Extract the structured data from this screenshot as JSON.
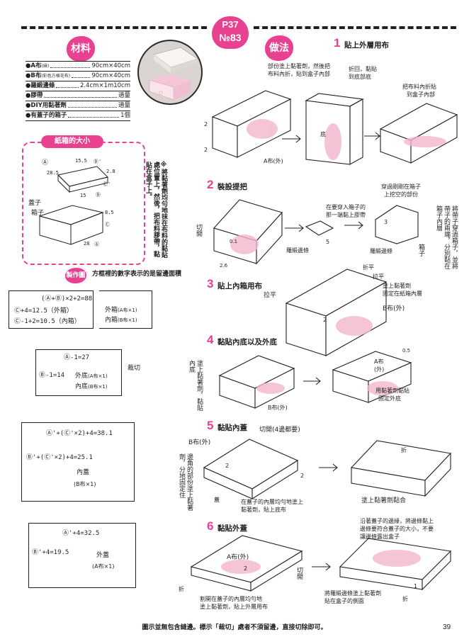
{
  "header": {
    "page_ref": "P37",
    "number": "№83"
  },
  "materials": {
    "title": "材料",
    "items": [
      {
        "name": "●A布",
        "note": "(麻)",
        "size": "90cm×40cm"
      },
      {
        "name": "●B布",
        "note": "(彩色方格花布)",
        "size": "90cm×40cm"
      },
      {
        "name": "●羅緞邊條",
        "note": "",
        "size": "2.4cm×1m10cm"
      },
      {
        "name": "●膠帶",
        "note": "",
        "size": "適量"
      },
      {
        "name": "●DIY用黏著劑",
        "note": "",
        "size": "適量"
      },
      {
        "name": "●有蓋子的箱子",
        "note": "",
        "size": "1個"
      }
    ]
  },
  "box_size": {
    "title": "紙箱的大小",
    "dims": [
      "Ⓐ",
      "15.5",
      "Ⓑ'",
      "28.5",
      "2.8",
      "Ⓒ'",
      "15",
      "Ⓑ",
      "8.5",
      "Ⓒ",
      "28",
      "Ⓐ"
    ],
    "lid_label": "蓋子",
    "box_label": "箱子",
    "note": "※將黏著劑均勻地抹在布料的黏貼處位置上，然後，把布料膠帶，黏貼在盒子上。"
  },
  "pattern": {
    "badge": "製作圖",
    "desc": "方框裡的數字表示的是留邊面積",
    "p1": {
      "eq1": "(Ⓐ+Ⓑ)×2+2=88",
      "eq2": "Ⓒ+4=12.5（外箱）",
      "eq3": "Ⓒ-1+2=10.5（內箱）",
      "lbl1": "外箱",
      "lbl1_sub": "(A布×1)",
      "lbl2": "內箱",
      "lbl2_sub": "(B布×1)"
    },
    "p2": {
      "eq1": "Ⓐ-1=27",
      "eq2": "Ⓑ-1=14",
      "lbl1": "外底",
      "lbl1_sub": "(A布×1)",
      "lbl2": "內底",
      "lbl2_sub": "(B布×1)",
      "cut": "裁切"
    },
    "p3": {
      "eq1": "Ⓐ'+(Ⓒ'×2)+4=38.1",
      "eq2": "Ⓑ'+(Ⓒ'×2)+4=25.1",
      "lbl": "內蓋",
      "lbl_sub": "(B布×1)"
    },
    "p4": {
      "eq1": "Ⓐ'+4=32.5",
      "eq2": "Ⓑ'+4=19.5",
      "lbl": "外蓋",
      "lbl_sub": "(A布×1)"
    }
  },
  "method": {
    "title": "做法",
    "steps": [
      {
        "num": "1",
        "title": "貼上外層用布"
      },
      {
        "num": "2",
        "title": "裝設提把"
      },
      {
        "num": "3",
        "title": "貼上內箱用布"
      },
      {
        "num": "4",
        "title": "黏貼內底以及外底"
      },
      {
        "num": "5",
        "title": "黏貼內蓋"
      },
      {
        "num": "6",
        "title": "黏貼外蓋"
      }
    ]
  },
  "notes": {
    "s1_a": "部份塗上黏著劑，然後把",
    "s1_b": "布料內折，貼到盒子內部",
    "s1_c": "折回，黏貼",
    "s1_d": "到底部底",
    "s1_e": "把布料內折貼",
    "s1_f": "到盒子內部",
    "s1_afab": "A布(外)",
    "s1_bottom": "底",
    "s1_n2a": "2",
    "s1_n2b": "2",
    "s2_cut": "切開",
    "s2_n01": "0.1",
    "s2_n26": "2.6",
    "s2_a": "在要穿入箱子的",
    "s2_b": "那一端黏上膠帶",
    "s2_n5": "5",
    "s2_rib1": "羅緞邊條",
    "s2_rib2": "羅緞邊條",
    "s2_c": "穿過剛剛在箱子",
    "s2_d": "上挖空的部份",
    "s2_n3": "3",
    "s2_box": "箱子",
    "s2_side": "將帶子穿過箱子，並將帶子的兩端，分別黏在箱子內層",
    "s3_pull1": "拉平",
    "s3_fold": "折平",
    "s3_pull2": "拉平",
    "s3_glue1": "塗上黏著劑",
    "s3_glue2": "固定在紙箱內層",
    "s3_bfab": "B布(外)",
    "s3_n2": "2",
    "s4_side": "塗上黏著劑，黏貼內底",
    "s4_bfab": "B布(外)",
    "s4_n05": "0.5",
    "s4_afab1": "A布",
    "s4_afab2": "(外)",
    "s4_glue1": "用黏著劑黏貼",
    "s4_glue2": "固定外底",
    "s5_cut": "切開(4邊都要)",
    "s5_bfab": "B布(外)",
    "s5_side": "邊角的部份塗上黏著劑，分地固定住",
    "s5_lid": "蓋",
    "s5_a": "在蓋子的內層均勻地塗上",
    "s5_b": "黏著劑，貼上底布",
    "s5_n2a": "2",
    "s5_n2b": "2",
    "s5_fold": "折",
    "s5_tape": "塗上黏著劑黏合",
    "s6_afab": "A布(外)",
    "s6_n2": "2",
    "s6_cut": "切開",
    "s6_fold1": "折",
    "s6_fold2": "折",
    "s6_a": "割開在蓋子的內層均勻地",
    "s6_b": "塗上黏著劑，貼上外層用布",
    "s6_c": "沿著蓋子的邊緣，將邊條黏上",
    "s6_d": "邊條要符合蓋子的大小，不要",
    "s6_e": "讓邊條露出盒子",
    "s6_f": "將羅緞邊條塗上黏著劑",
    "s6_g": "貼在盒子的側面",
    "s6_n1": "1"
  },
  "footer": "圖示並無包含縫邊。標示「裁切」處者不須留邊，直接切除即可。",
  "page_number": "39",
  "colors": {
    "accent": "#e8418f",
    "ink": "#231f20",
    "fabric_pink": "#f2b6cd"
  }
}
